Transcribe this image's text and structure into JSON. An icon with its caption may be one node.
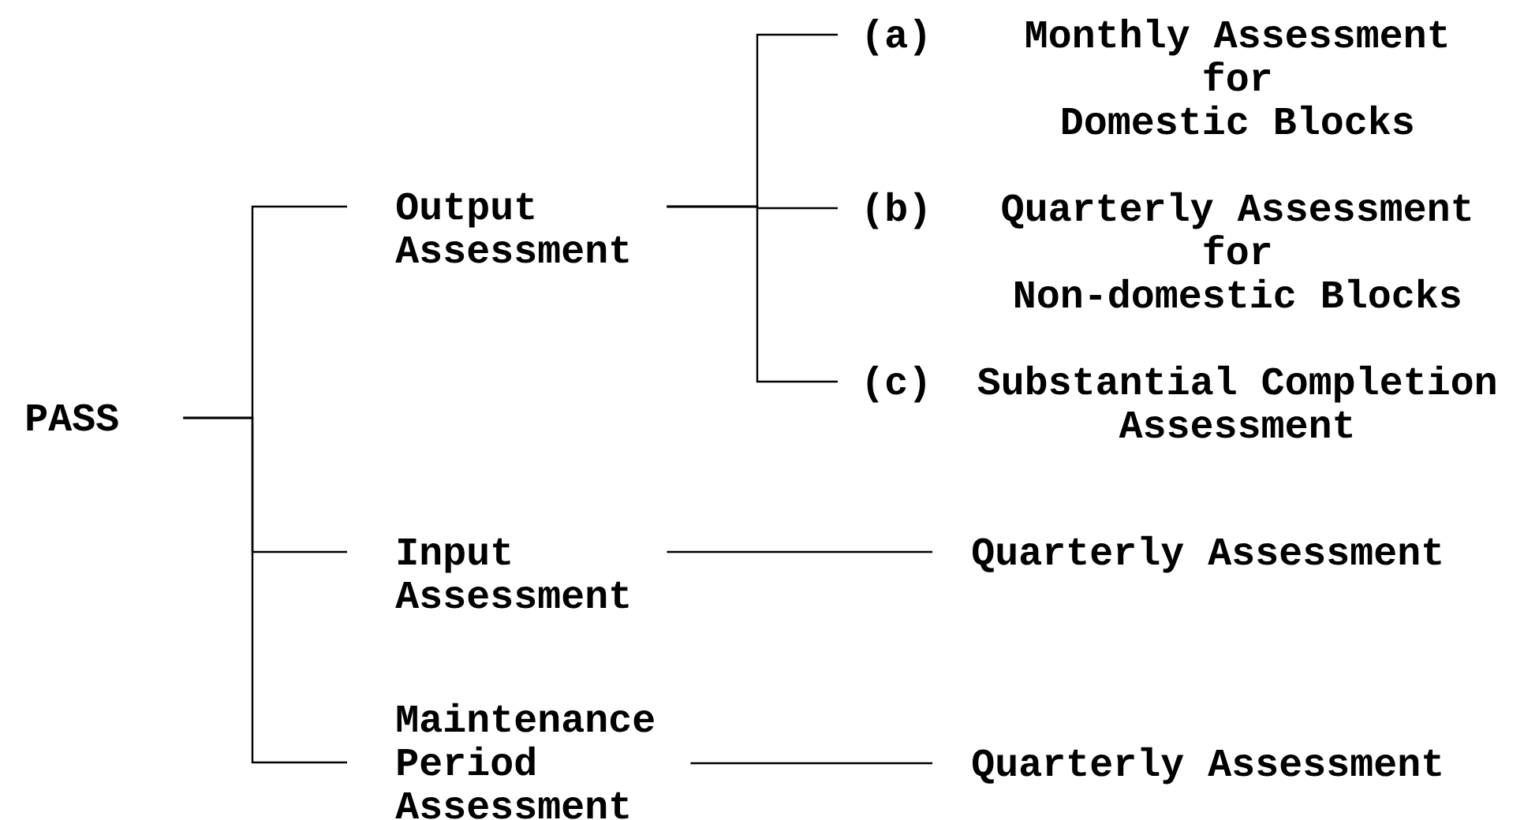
{
  "diagram": {
    "nodes": [
      {
        "text": [
          "PASS"
        ]
      },
      {
        "text": [
          "Output Assessment"
        ]
      },
      {
        "text": [
          "Input Assessment"
        ]
      },
      {
        "text": [
          "Maintenance Period Assessment"
        ]
      },
      {
        "text": [
          "(a)",
          "Monthly Assessment for Domestic Blocks"
        ]
      },
      {
        "text": [
          "(b)",
          "Quarterly Assessment for Non-domestic Blocks"
        ]
      },
      {
        "text": [
          "(c)",
          "Substantial Completion Assessment"
        ]
      },
      {
        "text": [
          "Quarterly Assessment"
        ]
      },
      {
        "text": [
          "Quarterly Assessment"
        ]
      }
    ],
    "edges": [
      {
        "from": 0,
        "to": 1,
        "arrow": "none"
      },
      {
        "from": 0,
        "to": 2,
        "arrow": "none"
      },
      {
        "from": 0,
        "to": 3,
        "arrow": "none"
      },
      {
        "from": 1,
        "to": 4,
        "arrow": "none"
      },
      {
        "from": 1,
        "to": 5,
        "arrow": "none"
      },
      {
        "from": 1,
        "to": 6,
        "arrow": "none"
      },
      {
        "from": 2,
        "to": 7,
        "arrow": "none"
      },
      {
        "from": 3,
        "to": 8,
        "arrow": "none"
      }
    ]
  }
}
